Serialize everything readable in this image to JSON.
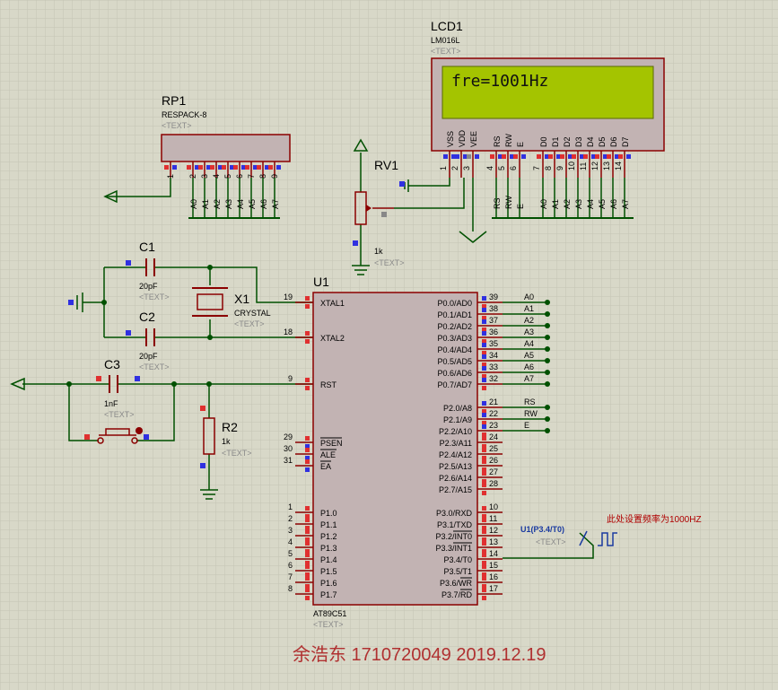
{
  "lcd": {
    "ref": "LCD1",
    "model": "LM016L",
    "text_ph": "<TEXT>",
    "display": "fre=1001Hz",
    "pin_names": [
      "VSS",
      "VDD",
      "VEE",
      "RS",
      "RW",
      "E",
      "D0",
      "D1",
      "D2",
      "D3",
      "D4",
      "D5",
      "D6",
      "D7"
    ],
    "pin_nums": [
      "1",
      "2",
      "3",
      "4",
      "5",
      "6",
      "7",
      "8",
      "9",
      "10",
      "11",
      "12",
      "13",
      "14"
    ],
    "bus_labels": [
      "RS",
      "RW",
      "E",
      "A0",
      "A1",
      "A2",
      "A3",
      "A4",
      "A5",
      "A6",
      "A7"
    ]
  },
  "rp1": {
    "ref": "RP1",
    "model": "RESPACK-8",
    "text_ph": "<TEXT>",
    "pins": [
      "1",
      "2",
      "3",
      "4",
      "5",
      "6",
      "7",
      "8",
      "9"
    ],
    "labels": [
      "A0",
      "A1",
      "A2",
      "A3",
      "A4",
      "A5",
      "A6",
      "A7"
    ]
  },
  "rv1": {
    "ref": "RV1",
    "value": "1k",
    "text_ph": "<TEXT>"
  },
  "c1": {
    "ref": "C1",
    "value": "20pF",
    "text_ph": "<TEXT>"
  },
  "c2": {
    "ref": "C2",
    "value": "20pF",
    "text_ph": "<TEXT>"
  },
  "c3": {
    "ref": "C3",
    "value": "1nF",
    "text_ph": "<TEXT>"
  },
  "x1": {
    "ref": "X1",
    "value": "CRYSTAL",
    "text_ph": "<TEXT>"
  },
  "r2": {
    "ref": "R2",
    "value": "1k",
    "text_ph": "<TEXT>"
  },
  "u1": {
    "ref": "U1",
    "model": "AT89C51",
    "text_ph": "<TEXT>",
    "left_pins": [
      {
        "num": "19",
        "name": "XTAL1"
      },
      {
        "num": "18",
        "name": "XTAL2"
      },
      {
        "num": "9",
        "name": "RST"
      },
      {
        "num": "29",
        "name": "PSEN"
      },
      {
        "num": "30",
        "name": "ALE"
      },
      {
        "num": "31",
        "name": "EA"
      },
      {
        "num": "1",
        "name": "P1.0"
      },
      {
        "num": "2",
        "name": "P1.1"
      },
      {
        "num": "3",
        "name": "P1.2"
      },
      {
        "num": "4",
        "name": "P1.3"
      },
      {
        "num": "5",
        "name": "P1.4"
      },
      {
        "num": "6",
        "name": "P1.5"
      },
      {
        "num": "7",
        "name": "P1.6"
      },
      {
        "num": "8",
        "name": "P1.7"
      }
    ],
    "right_pins": [
      {
        "num": "39",
        "name": "P0.0/AD0",
        "net": "A0"
      },
      {
        "num": "38",
        "name": "P0.1/AD1",
        "net": "A1"
      },
      {
        "num": "37",
        "name": "P0.2/AD2",
        "net": "A2"
      },
      {
        "num": "36",
        "name": "P0.3/AD3",
        "net": "A3"
      },
      {
        "num": "35",
        "name": "P0.4/AD4",
        "net": "A4"
      },
      {
        "num": "34",
        "name": "P0.5/AD5",
        "net": "A5"
      },
      {
        "num": "33",
        "name": "P0.6/AD6",
        "net": "A6"
      },
      {
        "num": "32",
        "name": "P0.7/AD7",
        "net": "A7"
      },
      {
        "num": "21",
        "name": "P2.0/A8",
        "net": "RS"
      },
      {
        "num": "22",
        "name": "P2.1/A9",
        "net": "RW"
      },
      {
        "num": "23",
        "name": "P2.2/A10",
        "net": "E"
      },
      {
        "num": "24",
        "name": "P2.3/A11",
        "net": ""
      },
      {
        "num": "25",
        "name": "P2.4/A12",
        "net": ""
      },
      {
        "num": "26",
        "name": "P2.5/A13",
        "net": ""
      },
      {
        "num": "27",
        "name": "P2.6/A14",
        "net": ""
      },
      {
        "num": "28",
        "name": "P2.7/A15",
        "net": ""
      },
      {
        "num": "10",
        "name": "P3.0/RXD",
        "net": ""
      },
      {
        "num": "11",
        "name": "P3.1/TXD",
        "net": ""
      },
      {
        "num": "12",
        "name": "P3.2/INT0",
        "net": ""
      },
      {
        "num": "13",
        "name": "P3.3/INT1",
        "net": ""
      },
      {
        "num": "14",
        "name": "P3.4/T0",
        "net": ""
      },
      {
        "num": "15",
        "name": "P3.5/T1",
        "net": ""
      },
      {
        "num": "16",
        "name": "P3.6/WR",
        "net": ""
      },
      {
        "num": "17",
        "name": "P3.7/RD",
        "net": ""
      }
    ]
  },
  "gen": {
    "ref": "U1(P3.4/T0)",
    "text_ph": "<TEXT>",
    "note": "此处设置频率为1000HZ"
  },
  "footer": "余浩东 1710720049  2019.12.19",
  "colors": {
    "wire": "#005000",
    "comp": "#8b0000",
    "body": "#c2b3b3",
    "lcd_screen": "#a4c400",
    "pin_red": "#e03030",
    "pin_blue": "#3030e0",
    "text_gray": "#8a8a8a",
    "text_blue": "#1a3aa0",
    "note_red": "#b00000"
  }
}
